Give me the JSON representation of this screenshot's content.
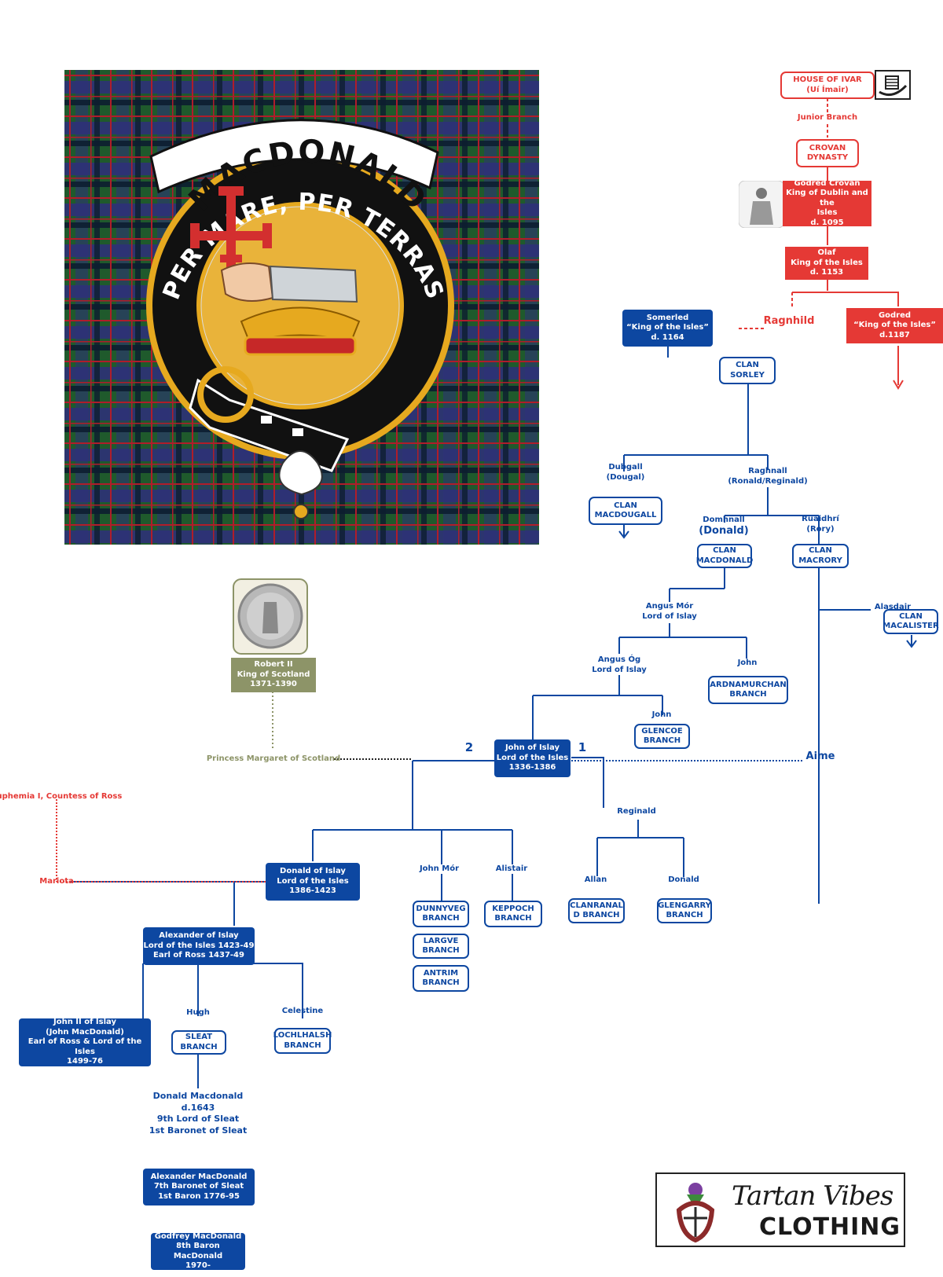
{
  "crest": {
    "clan_name": "MACDONALD",
    "motto": "PER MARE, PER TERRAS",
    "tartan_colors": {
      "base": "#1f5a2c",
      "dark": "#0c1d30",
      "blue": "#2e2f7a",
      "red": "#b01d2a"
    }
  },
  "nodes": {
    "house_of_ivar": "HOUSE OF IVAR\n(Uí Ímair)",
    "crovan_dynasty": "CROVAN\nDYNASTY",
    "godred_crovan": "Godred Crovan\nKing of Dublin and the\nIsles\nd. 1095",
    "olaf": "Olaf\nKing of the Isles\nd. 1153",
    "somerled": "Somerled\n“King of the Isles”\nd. 1164",
    "godred_1187": "Godred\n“King of the Isles”\nd.1187",
    "clan_sorley": "CLAN\nSORLEY",
    "clan_macdougall": "CLAN\nMACDOUGALL",
    "clan_macdonald": "CLAN\nMACDONALD",
    "clan_macrory": "CLAN\nMACRORY",
    "clan_macalister": "CLAN\nMACALISTER",
    "ardnamurchan": "ARDNAMURCHAN\nBRANCH",
    "glencoe": "GLENCOE\nBRANCH",
    "john_of_islay": "John of Islay\nLord of the Isles\n1336-1386",
    "robert_ii": "Robert II\nKing of Scotland\n1371-1390",
    "donald_of_islay": "Donald of Islay\nLord of the Isles\n1386-1423",
    "dunnyveg": "DUNNYVEG\nBRANCH",
    "largve": "LARGVE\nBRANCH",
    "antrim": "ANTRIM\nBRANCH",
    "keppoch": "KEPPOCH\nBRANCH",
    "clanranald": "CLANRANAL\nD BRANCH",
    "glengarry": "GLENGARRY\nBRANCH",
    "alexander_of_islay": "Alexander of Islay\nLord of the Isles 1423-49\nEarl of Ross 1437-49",
    "john_ii": "John II of Islay\n(John MacDonald)\nEarl of Ross & Lord of the Isles\n1499-76",
    "sleat": "SLEAT\nBRANCH",
    "lochalsh": "LOCHLHALSH\nBRANCH",
    "alexander_macdonald": "Alexander MacDonald\n7th Baronet of Sleat\n1st Baron 1776-95",
    "godfrey_macdonald": "Godfrey MacDonald\n8th Baron MacDonald\n1970-"
  },
  "labels": {
    "junior_branch": "Junior Branch",
    "ragnhild": "Ragnhild",
    "dubgall": "Dubgall\n(Dougal)",
    "raghnall": "Raghnall\n(Ronald/Reginald)",
    "domhnall": "Domhnall",
    "donald_paren": "(Donald)",
    "ruaidhri": "Ruaidhrí\n(Rory)",
    "alasdair_mor": "Alasdair Mór",
    "angus_mor": "Angus Mór\nLord of Islay",
    "angus_og": "Angus Óg\nLord of Islay",
    "john_ard": "John",
    "john_glencoe": "John",
    "princess_margaret": "Princess Margaret of Scotland",
    "aime": "Aime",
    "marriage_2": "2",
    "marriage_1": "1",
    "euphemia": "Euphemia I, Countess of Ross",
    "mariota": "Mariota",
    "reginald": "Reginald",
    "john_mor": "John Mór",
    "alistair": "Alistair",
    "allan": "Allan",
    "donald_glengarry": "Donald",
    "hugh": "Hugh",
    "celestine": "Celestine",
    "donald_macdonald": "Donald Macdonald\nd.1643\n9th Lord of Sleat\n1st Baronet of Sleat"
  },
  "logo": {
    "line1": "Tartan Vibes",
    "line2": "CLOTHING"
  },
  "colors": {
    "blue": "#0d47a1",
    "red": "#e53935",
    "olive": "#8d9468"
  }
}
